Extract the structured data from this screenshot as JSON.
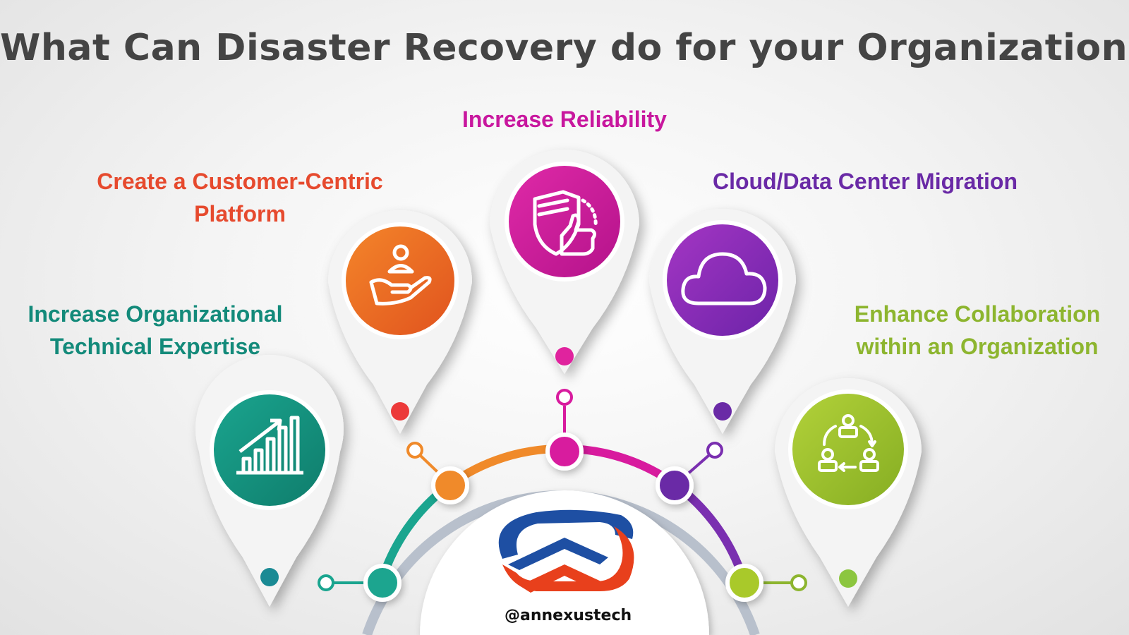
{
  "title": "What Can Disaster Recovery do for your Organization?",
  "handle": "@annexustech",
  "logo": {
    "colors": {
      "blue": "#1e4fa3",
      "red": "#e8401c"
    }
  },
  "items": [
    {
      "key": "expertise",
      "lines": [
        "Increase Organizational",
        "Technical Expertise"
      ],
      "color": "#138a7a",
      "icon": "bar-chart-growth-icon"
    },
    {
      "key": "customer",
      "lines": [
        "Create a Customer-Centric",
        "Platform"
      ],
      "color": "#e64a2e",
      "icon": "hand-with-person-icon"
    },
    {
      "key": "reliability",
      "lines": [
        "Increase Reliability"
      ],
      "color": "#c8179e",
      "icon": "shield-thumbs-up-icon"
    },
    {
      "key": "migration",
      "lines": [
        "Cloud/Data Center Migration"
      ],
      "color": "#6a2aa6",
      "icon": "cloud-icon"
    },
    {
      "key": "collaboration",
      "lines": [
        "Enhance Collaboration",
        "within an Organization"
      ],
      "color": "#8db52f",
      "icon": "team-cycle-icon"
    }
  ]
}
